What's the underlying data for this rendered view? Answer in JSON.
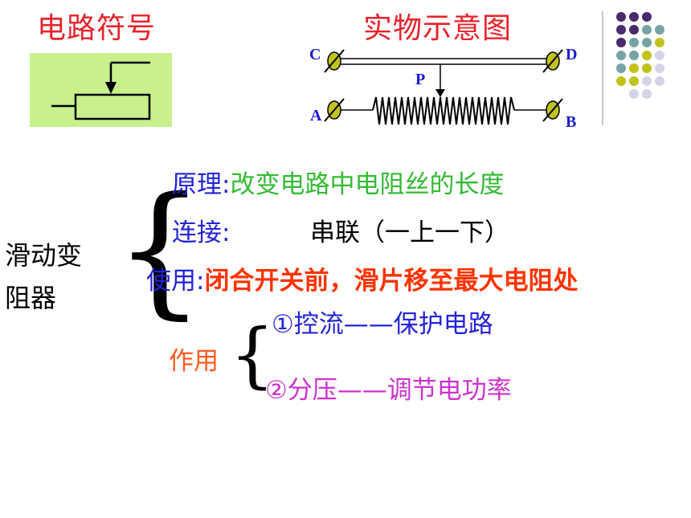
{
  "titles": {
    "symbol": "电路符号",
    "physical": "实物示意图"
  },
  "diagram_labels": {
    "c": "C",
    "d": "D",
    "p": "P",
    "a": "A",
    "b": "B"
  },
  "topic": {
    "line1": "滑动变",
    "line2": "阻器"
  },
  "principle": {
    "label": "原理",
    "colon": ":",
    "text": "改变电路中电阻丝的长度"
  },
  "connection": {
    "label": "连接:",
    "text": "串联（一上一下）"
  },
  "usage": {
    "label": "使用",
    "colon": ":",
    "text": "闭合开关前，滑片移至最大电阻处"
  },
  "function": {
    "label": "作用",
    "item1": "①控流——保护电路",
    "item2": "②分压——调节电功率"
  },
  "colors": {
    "title_red": "#e8222a",
    "label_blue": "#2323d8",
    "principle_green": "#33bb33",
    "usage_red": "#ff3300",
    "function_orange": "#ff5a1e",
    "item2_magenta": "#cc33cc",
    "symbol_bg": "#c8f08c",
    "dot_purple": "#4b2a6b",
    "dot_teal": "#76a4a6",
    "dot_olive": "#c2c21c",
    "dot_lavender": "#d4d4e8"
  }
}
